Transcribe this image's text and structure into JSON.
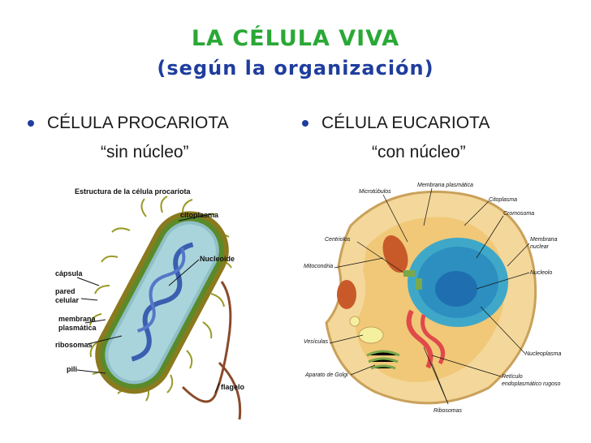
{
  "title": "LA CÉLULA VIVA",
  "subtitle": "(según la organización)",
  "left": {
    "heading": "CÉLULA PROCARIOTA",
    "sub": "“sin núcleo”",
    "diagram": {
      "title": "Estructura de la célula procariota",
      "labels": {
        "citoplasma": "citoplasma",
        "nucleoide": "Nucleoide",
        "capsula": "cápsula",
        "pared1": "pared",
        "pared2": "celular",
        "membrana1": "membrana",
        "membrana2": "plasmática",
        "ribosomas": "ribosomas",
        "pili": "pili",
        "flagelo": "flagelo"
      }
    }
  },
  "right": {
    "heading": "CÉLULA EUCARIOTA",
    "sub": "“con núcleo”",
    "diagram": {
      "labels": {
        "microtubulos": "Microtúbulos",
        "membrana_plasmatica": "Membrana plasmática",
        "citoplasma": "Citoplasma",
        "cromosoma": "Cromosoma",
        "centriolos": "Centriolos",
        "membrana_nuclear1": "Membrana",
        "membrana_nuclear2": "nuclear",
        "mitocondria": "Mitocondria",
        "nucleolo": "Nucleolo",
        "vesiculas": "Vesículas",
        "nucleoplasma": "Nucleoplasma",
        "golgi": "Aparato de Golgi",
        "reticulo1": "Retículo",
        "reticulo2": "endoplasmático rugoso",
        "ribosomas": "Ribosomas"
      }
    }
  }
}
